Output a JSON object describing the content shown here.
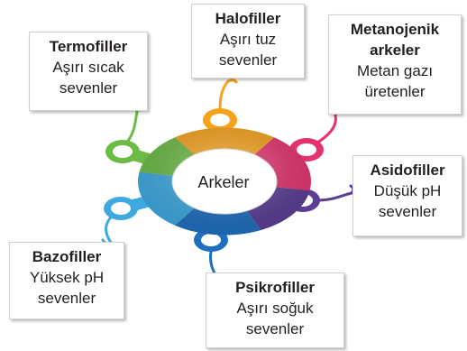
{
  "center": {
    "label": "Arkeler"
  },
  "groups": [
    {
      "title": "Termofiller",
      "desc": "Aşırı sıcak sevenler",
      "color": "#6cbb45"
    },
    {
      "title": "Halofiller",
      "desc": "Aşırı tuz sevenler",
      "color": "#f7a21b"
    },
    {
      "title": "Metanojenik arkeler",
      "desc": "Metan gazı üretenler",
      "color": "#e5326e"
    },
    {
      "title": "Asidofiller",
      "desc": "Düşük pH sevenler",
      "color": "#5b3d95"
    },
    {
      "title": "Psikrofiller",
      "desc": "Aşırı soğuk sevenler",
      "color": "#1e6fbf"
    },
    {
      "title": "Bazofiller",
      "desc": "Yüksek pH sevenler",
      "color": "#3da9e0"
    }
  ]
}
